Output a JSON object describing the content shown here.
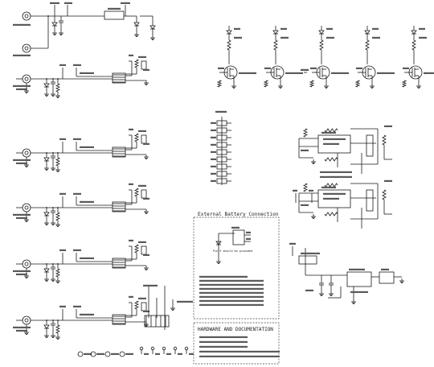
{
  "external_battery": {
    "title": "External Battery Connection",
    "note": "Pin 3 should be grounded"
  },
  "hardware_documentation": {
    "title": "HARDWARE AND DOCUMENTATION"
  }
}
